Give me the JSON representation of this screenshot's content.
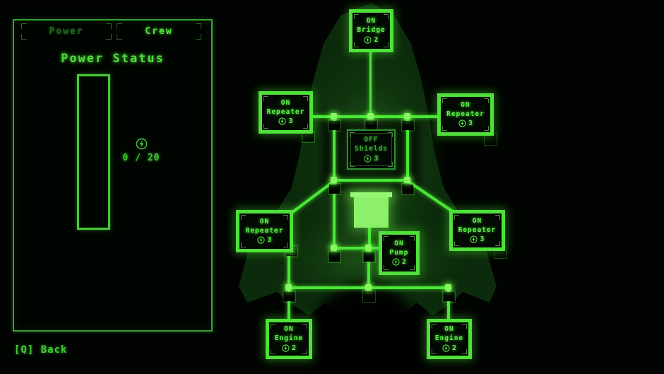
{
  "left_panel": {
    "tabs": [
      {
        "label": "Power",
        "active": false
      },
      {
        "label": "Crew",
        "active": true
      }
    ],
    "heading": "Power Status",
    "power": {
      "current": "0",
      "max": "20",
      "counter": "0 / 20"
    },
    "back_label": "[Q] Back"
  },
  "ship": {
    "nodes": [
      {
        "id": "bridge",
        "state": "ON",
        "label": "Bridge",
        "power": "2"
      },
      {
        "id": "repeater-top-left",
        "state": "ON",
        "label": "Repeater",
        "power": "3"
      },
      {
        "id": "repeater-top-right",
        "state": "ON",
        "label": "Repeater",
        "power": "3"
      },
      {
        "id": "shields",
        "state": "OFF",
        "label": "Shields",
        "power": "3"
      },
      {
        "id": "repeater-bottom-left",
        "state": "ON",
        "label": "Repeater",
        "power": "3"
      },
      {
        "id": "repeater-bottom-right",
        "state": "ON",
        "label": "Repeater",
        "power": "3"
      },
      {
        "id": "pump",
        "state": "ON",
        "label": "Pump",
        "power": "2"
      },
      {
        "id": "engine-left",
        "state": "ON",
        "label": "Engine",
        "power": "2"
      },
      {
        "id": "engine-right",
        "state": "ON",
        "label": "Engine",
        "power": "2"
      }
    ]
  },
  "colors": {
    "accent_bright": "#4fe13a",
    "accent_dim": "#1d6b1d",
    "off_state": "#3aa63a",
    "reactor_fill": "#8df06a",
    "background": "#010401"
  }
}
